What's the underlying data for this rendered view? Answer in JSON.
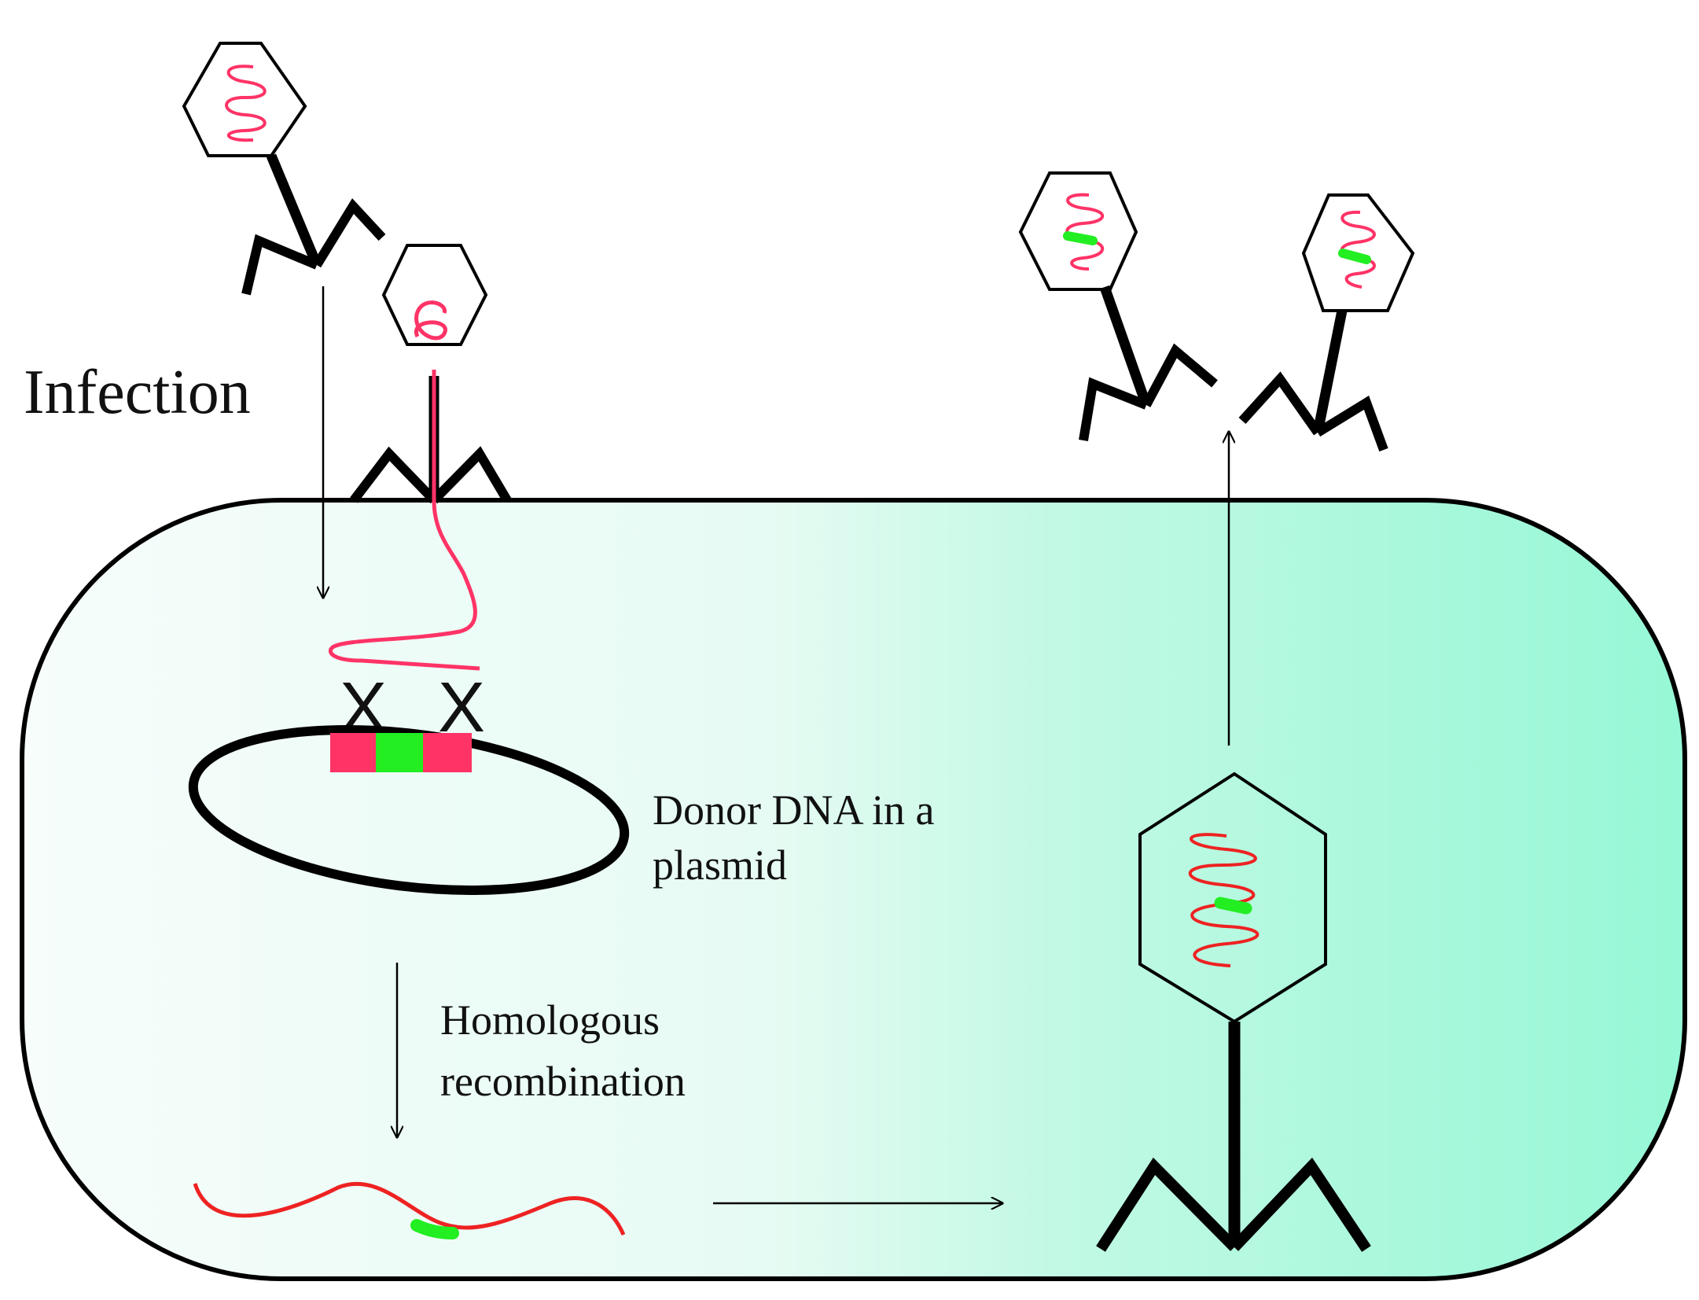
{
  "labels": {
    "infection": "Infection",
    "donor_line1": "Donor DNA in a",
    "donor_line2": "plasmid",
    "recomb_line1": "Homologous",
    "recomb_line2": "recombination",
    "crossover_mark": "X"
  },
  "colors": {
    "phage_dna": "#ff3366",
    "recombined_dna": "#ee2222",
    "insert": "#22ee22",
    "outline": "#000000",
    "cell_fill_left": "#f6fdfb",
    "cell_fill_right": "#96f8d6"
  }
}
